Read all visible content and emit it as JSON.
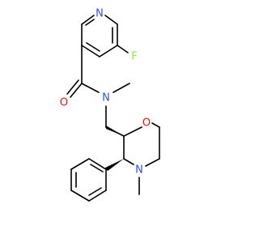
{
  "structure": {
    "atoms": {
      "N_pyridine": "N",
      "F": "F",
      "O_carbonyl": "O",
      "N_amide": "N",
      "O_ring": "O",
      "N_ring": "N"
    },
    "colors": {
      "nitrogen": "#3050F8",
      "oxygen": "#FF0D0D",
      "fluorine": "#90E050",
      "bond": "#000000"
    }
  }
}
